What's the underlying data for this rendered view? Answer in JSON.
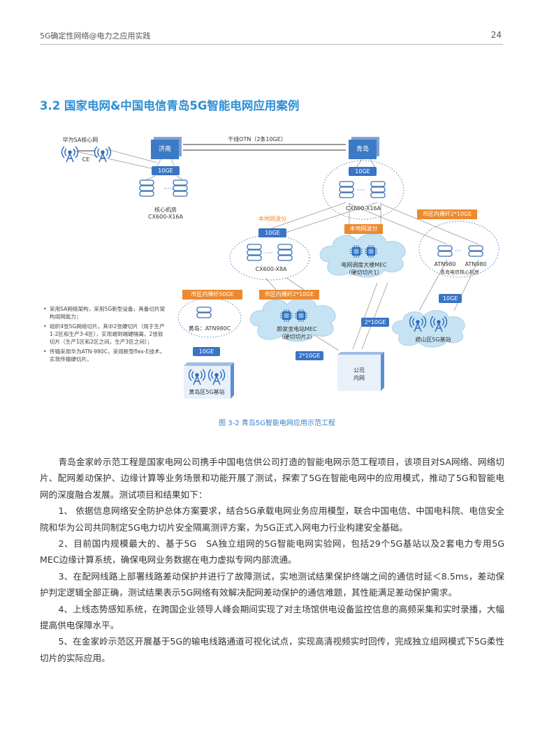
{
  "header": {
    "title": "5G确定性网络@电力之应用实践",
    "page": "24"
  },
  "section_title": "3.2 国家电网&中国电信青岛5G智能电网应用案例",
  "diagram": {
    "core_net": "华为SA核心网",
    "ce": "CE",
    "jinan": "济南",
    "qingdao": "青岛",
    "otn": "干线OTN（2条10GE）",
    "ge10": "10GE",
    "ge2x10": "2*10GE",
    "core_room": "核心机房",
    "cx16a": "CX600-X16A",
    "cx8a": "CX600-X8A",
    "local_wdm": "本地网波分",
    "fiber_2x10": "市区内裸纤2*10GE",
    "fiber_50": "市区内裸纤50GE",
    "mec1_a": "电网调度大楼MEC",
    "mec1_b": "（硬切切片1）",
    "mec2_a": "颜家变电站MEC",
    "mec2_b": "（硬切切片2）",
    "atn980": "ATN980",
    "telecom_room": "青岛电信核心机房",
    "laoshan": "崂山区5G基站",
    "huangdao_atn": "黄岛：ATN980C",
    "huangdao_bs": "黄岛区5G基站",
    "company_a": "公司",
    "company_b": "内网",
    "bullets": [
      "采用SA网络架构，采用5G新型设备，具备切片架构组网能力；",
      "组织4张5G网络切片，其中2张硬切片（用于生产1-2区和生产3-4区），实现端到端硬隔离，2张软切片（生产1区和2区之间，生产3区之间）；",
      "传输采用华为ATN-980C，采用新型flex-E技术，实现传输硬切片。"
    ]
  },
  "caption": "图 3-2 青岛5G智能电网应用示范工程",
  "paragraphs": [
    "青岛金家岭示范工程是国家电网公司携手中国电信供公司打造的智能电网示范工程项目，该项目对SA网络、网络切片、配网差动保护、边缘计算等业务场景和功能开展了测试，探索了5G在智能电网中的应用模式，推动了5G和智能电网的深度融合发展。测试项目和结果如下：",
    "1、 依据信息网络安全防护总体方案要求，结合5G承载电网业务应用模型，联合中国电信、中国电科院、电信安全院和华为公司共同制定5G电力切片安全隔离测评方案，为5G正式入网电力行业构建安全基础。",
    "2、目前国内规模最大的、基于5G　SA独立组网的5G智能电网实验网，包括29个5G基站以及2套电力专用5G　MEC边缘计算系统，确保电网业务数据在电力虚拟专网内部流通。",
    "3、在配网线路上部署线路差动保护并进行了故障测试，实地测试结果保护终端之间的通信时延＜8.5ms，差动保护判定逻辑全部正确，测试结果表示5G网络有效解决配网差动保护的通信难题，其性能满足差动保护需求。",
    "4、上线态势感知系统，在跨国企业领导人峰会期间实现了对主场馆供电设备监控信息的高频采集和实时录播，大幅提高供电保障水平。",
    "5、在金家岭示范区开展基于5G的输电线路通道可视化试点，实现高清视频实时回传，完成独立组网模式下5G柔性切片的实际应用。"
  ]
}
